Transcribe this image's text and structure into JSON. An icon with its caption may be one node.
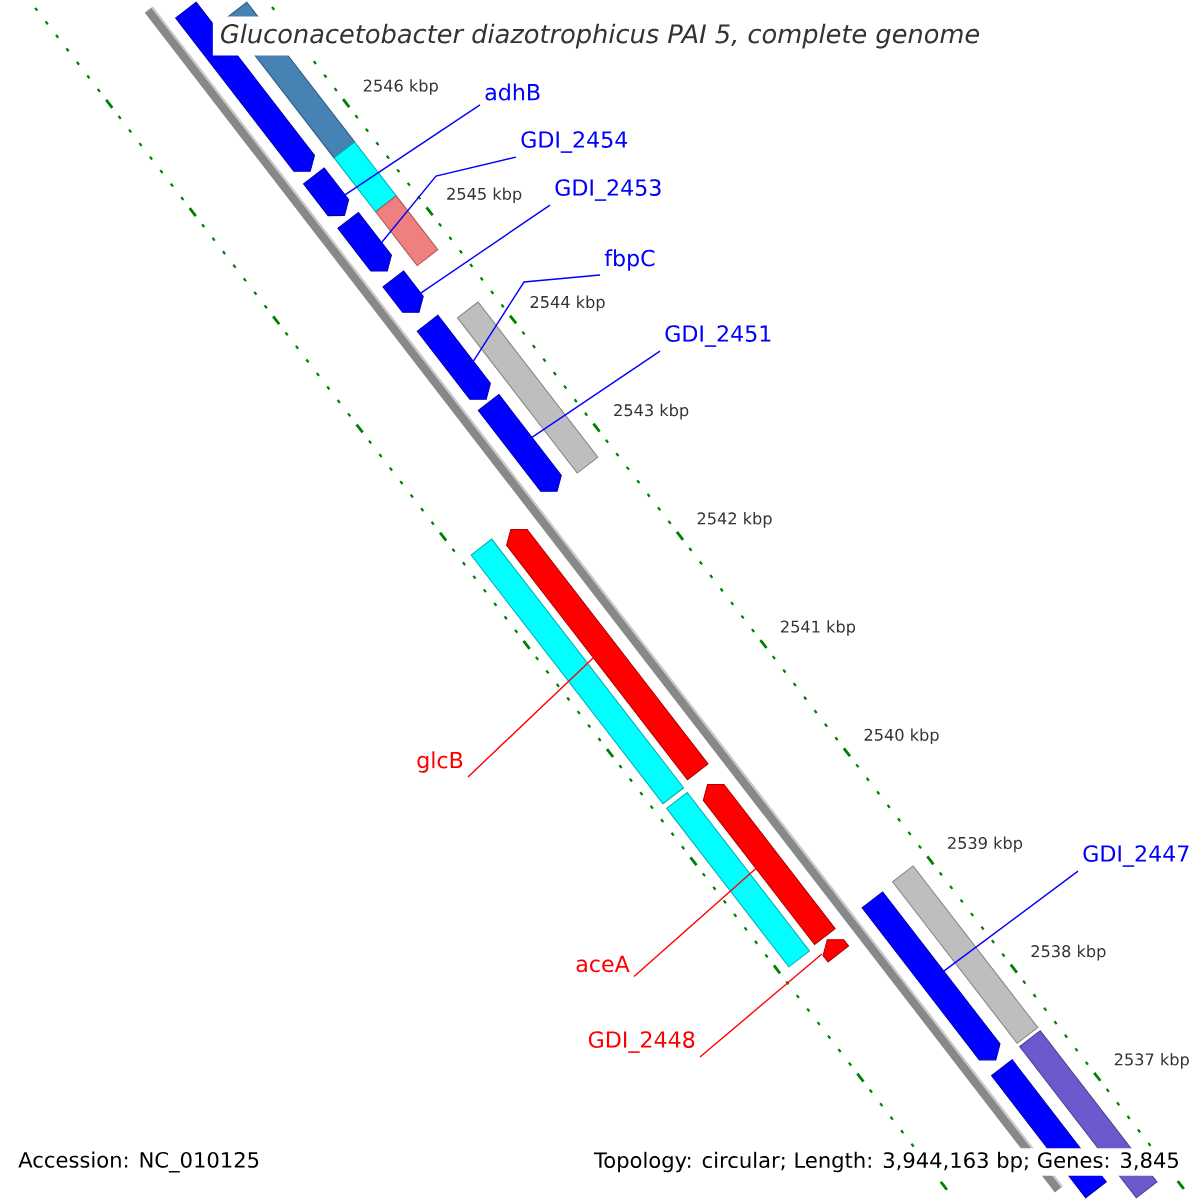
{
  "diagram": {
    "title": "Gluconacetobacter diazotrophicus PAI 5, complete genome",
    "nodes": [
      {
        "text": [
          "adhB"
        ]
      },
      {
        "text": [
          "GDI_2454"
        ]
      },
      {
        "text": [
          "GDI_2453"
        ]
      },
      {
        "text": [
          "fbpC"
        ]
      },
      {
        "text": [
          "GDI_2451"
        ]
      },
      {
        "text": [
          "glcB"
        ]
      },
      {
        "text": [
          "GDI_2447"
        ]
      },
      {
        "text": [
          "aceA"
        ]
      },
      {
        "text": [
          "GDI_2448"
        ]
      },
      {
        "text": [],
        "shape": "arrow"
      },
      {
        "text": [],
        "shape": "arrow"
      },
      {
        "text": [],
        "shape": "arrow"
      },
      {
        "text": [],
        "shape": "arrow"
      },
      {
        "text": [],
        "shape": "arrow"
      },
      {
        "text": [],
        "shape": "arrow"
      },
      {
        "text": [],
        "shape": "arrow"
      },
      {
        "text": [],
        "shape": "arrow"
      },
      {
        "text": [],
        "shape": "arrow"
      },
      {
        "text": [],
        "shape": "bar"
      },
      {
        "text": [],
        "shape": "bar"
      },
      {
        "text": [],
        "shape": "bar"
      },
      {
        "text": [],
        "shape": "bar"
      },
      {
        "text": [],
        "shape": "bar"
      },
      {
        "text": [],
        "shape": "bar"
      },
      {
        "text": [],
        "shape": "bar"
      },
      {
        "text": [],
        "shape": "bar"
      },
      {
        "text": [],
        "shape": "arrow"
      },
      {
        "text": [],
        "shape": "bar"
      }
    ],
    "edges": [
      {
        "from": 0,
        "to": 9,
        "arrow": "none"
      },
      {
        "from": 1,
        "to": 10,
        "arrow": "none"
      },
      {
        "from": 2,
        "to": 11,
        "arrow": "none"
      },
      {
        "from": 3,
        "to": 12,
        "arrow": "none"
      },
      {
        "from": 4,
        "to": 13,
        "arrow": "none"
      },
      {
        "from": 5,
        "to": 14,
        "arrow": "none",
        "color": "#ff0000"
      },
      {
        "from": 6,
        "to": 16,
        "arrow": "none"
      },
      {
        "from": 7,
        "to": 15,
        "arrow": "none",
        "color": "#ff0000"
      },
      {
        "from": 8,
        "to": 17,
        "arrow": "none",
        "color": "#ff0000"
      }
    ],
    "labels": [
      "2546 kbp",
      "2545 kbp",
      "2544 kbp",
      "2543 kbp",
      "2542 kbp",
      "2541 kbp",
      "2540 kbp",
      "2539 kbp",
      "2538 kbp",
      "2537 kbp",
      "Accession: NC_010125",
      "Topology: circular; Length: 3,944,163 bp; Genes: 3,845"
    ]
  }
}
